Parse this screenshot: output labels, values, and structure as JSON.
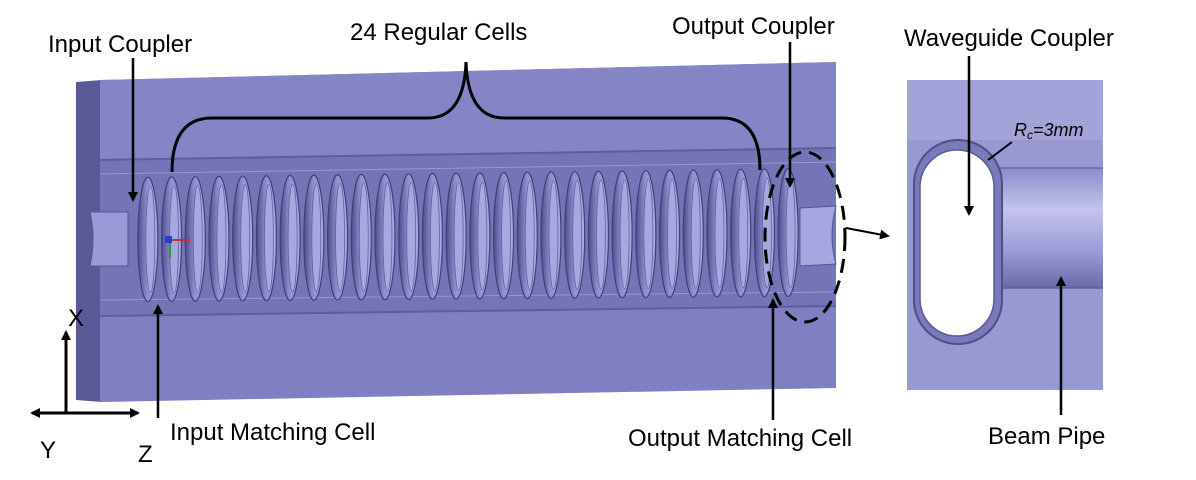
{
  "labels": {
    "input_coupler": "Input Coupler",
    "regular_cells": "24 Regular Cells",
    "output_coupler": "Output Coupler",
    "waveguide_coupler": "Waveguide Coupler",
    "radius": "R",
    "radius_sub": "c",
    "radius_value": "=3mm",
    "input_matching_cell": "Input Matching Cell",
    "output_matching_cell": "Output Matching Cell",
    "beam_pipe": "Beam Pipe",
    "axis_x": "X",
    "axis_y": "Y",
    "axis_z": "Z"
  },
  "structure": {
    "regular_cell_count": 24
  },
  "colors": {
    "body": "#7e7ec0",
    "body_top": "#8a8acb",
    "body_side": "#55558f",
    "groove": "#6e6eb0",
    "cell_light": "#9c9cd8",
    "cell_dark": "#4f4f8e",
    "detail_bg": "#9595cf",
    "pipe_light": "#b3b3e6",
    "pipe_dark": "#6d6db0",
    "ink": "#000000"
  }
}
